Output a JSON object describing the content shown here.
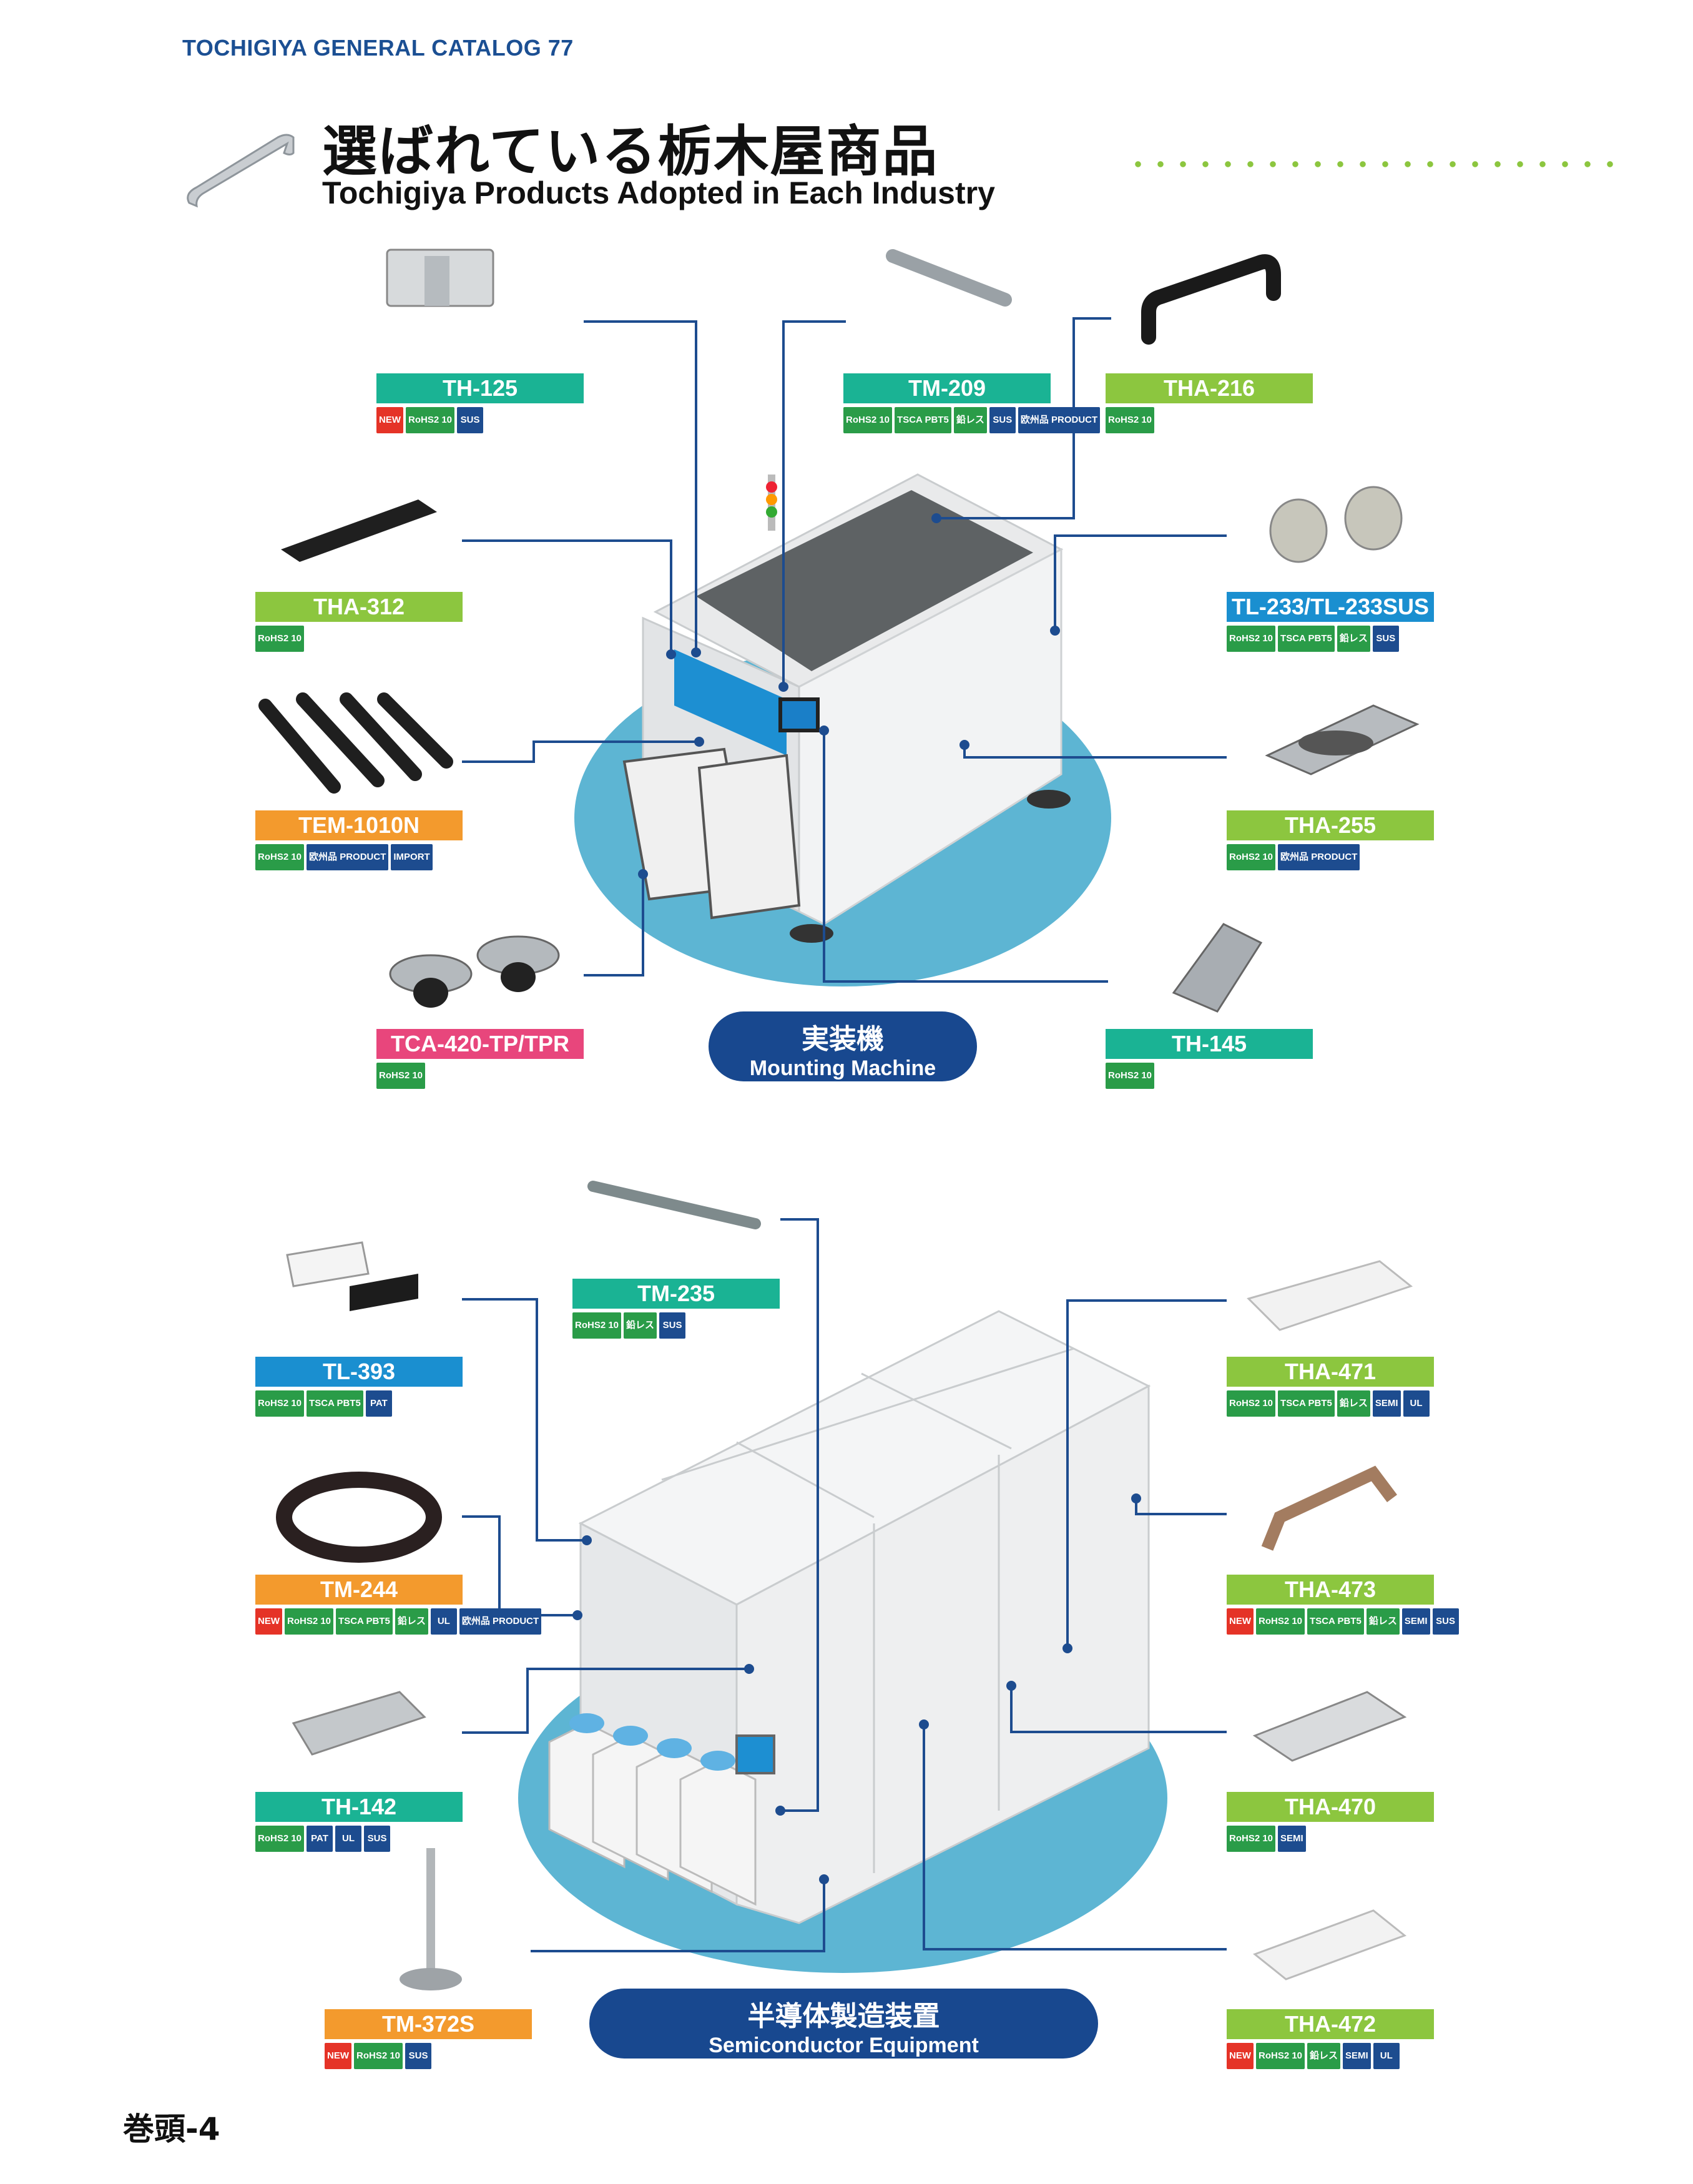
{
  "header": {
    "catalog_title": "TOCHIGIYA GENERAL CATALOG 77",
    "title_jp": "選ばれている栃木屋商品",
    "title_en": "Tochigiya Products Adopted in Each Industry"
  },
  "sections": [
    {
      "name_jp": "実装機",
      "name_en": "Mounting Machine",
      "products": [
        {
          "code": "TH-125",
          "badges": [
            "NEW",
            "RoHS2 10",
            "SUS"
          ]
        },
        {
          "code": "TM-209",
          "badges": [
            "RoHS2 10",
            "TSCA PBT5",
            "鉛レス",
            "SUS",
            "欧州品 PRODUCT"
          ]
        },
        {
          "code": "THA-216",
          "badges": [
            "RoHS2 10"
          ]
        },
        {
          "code": "THA-312",
          "badges": [
            "RoHS2 10"
          ]
        },
        {
          "code": "TL-233/TL-233SUS",
          "badges": [
            "RoHS2 10",
            "TSCA PBT5",
            "鉛レス",
            "SUS"
          ]
        },
        {
          "code": "TEM-1010N",
          "badges": [
            "RoHS2 10",
            "欧州品 PRODUCT",
            "IMPORT"
          ]
        },
        {
          "code": "THA-255",
          "badges": [
            "RoHS2 10",
            "欧州品 PRODUCT"
          ]
        },
        {
          "code": "TCA-420-TP/TPR",
          "badges": [
            "RoHS2 10"
          ]
        },
        {
          "code": "TH-145",
          "badges": [
            "RoHS2 10"
          ]
        }
      ]
    },
    {
      "name_jp": "半導体製造装置",
      "name_en": "Semiconductor Equipment",
      "products": [
        {
          "code": "TM-235",
          "badges": [
            "RoHS2 10",
            "鉛レス",
            "SUS"
          ]
        },
        {
          "code": "TL-393",
          "badges": [
            "RoHS2 10",
            "TSCA PBT5",
            "PAT"
          ]
        },
        {
          "code": "THA-471",
          "badges": [
            "RoHS2 10",
            "TSCA PBT5",
            "鉛レス",
            "SEMI",
            "UL"
          ]
        },
        {
          "code": "TM-244",
          "badges": [
            "NEW",
            "RoHS2 10",
            "TSCA PBT5",
            "鉛レス",
            "UL",
            "欧州品 PRODUCT"
          ]
        },
        {
          "code": "THA-473",
          "badges": [
            "NEW",
            "RoHS2 10",
            "TSCA PBT5",
            "鉛レス",
            "SEMI",
            "SUS"
          ]
        },
        {
          "code": "TH-142",
          "badges": [
            "RoHS2 10",
            "PAT",
            "UL",
            "SUS"
          ]
        },
        {
          "code": "THA-470",
          "badges": [
            "RoHS2 10",
            "SEMI"
          ]
        },
        {
          "code": "TM-372S",
          "badges": [
            "NEW",
            "RoHS2 10",
            "SUS"
          ]
        },
        {
          "code": "THA-472",
          "badges": [
            "NEW",
            "RoHS2 10",
            "鉛レス",
            "SEMI",
            "UL"
          ]
        }
      ]
    }
  ],
  "footer": {
    "page_number": "巻頭-4"
  },
  "colors": {
    "navy": "#18488f",
    "green": "#8cc63f",
    "teal": "#1ab394",
    "blue": "#1a8fd0",
    "orange": "#f39a2d",
    "pink": "#e8467c",
    "platform": "#5db5d3"
  }
}
